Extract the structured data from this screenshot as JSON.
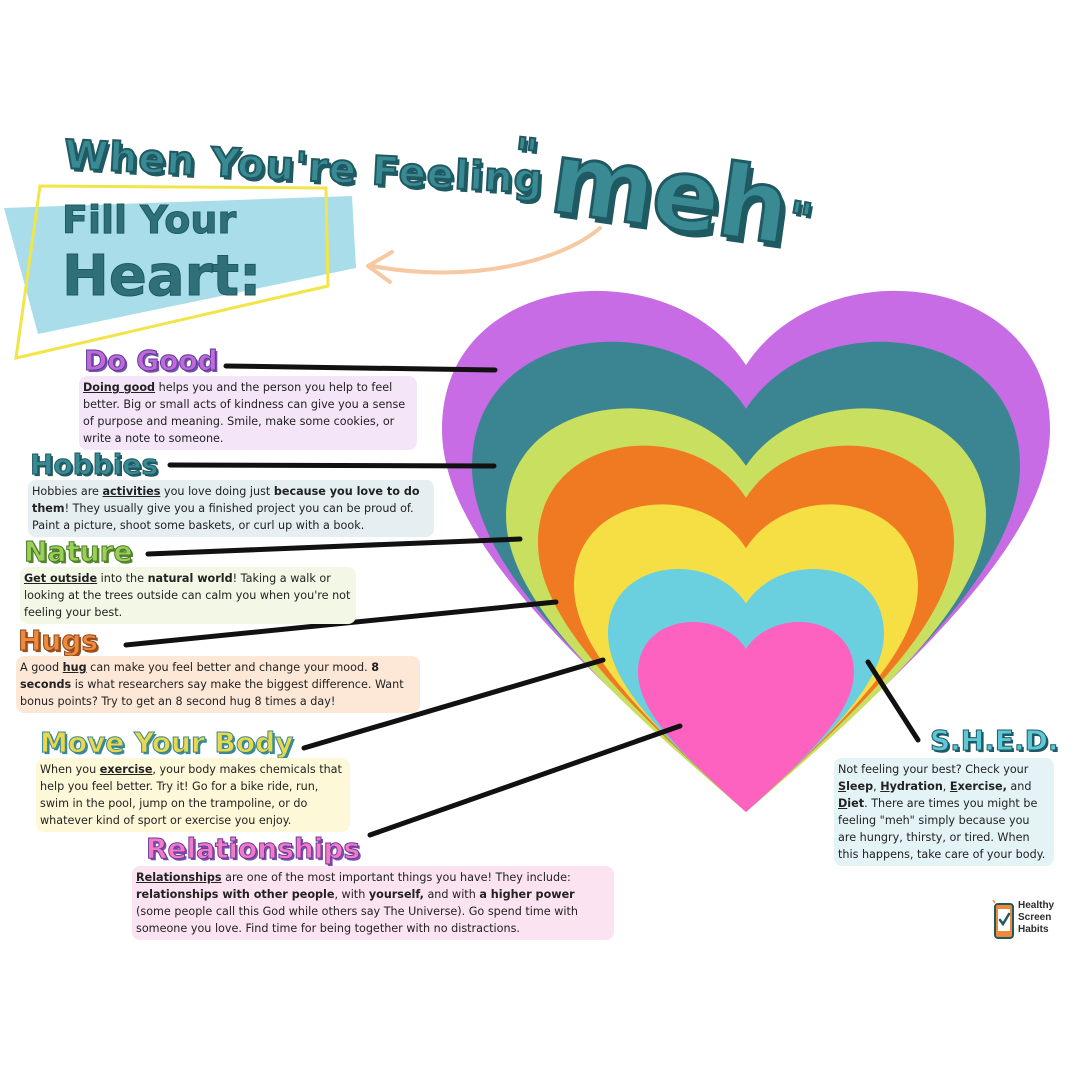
{
  "title": {
    "line": "When You're Feeling",
    "open_quote": "\"",
    "meh": "meh",
    "close_quote": "\""
  },
  "banner": {
    "fill": "Fill Your",
    "heart": "Heart:"
  },
  "heart_layers": [
    {
      "name": "purple",
      "color": "#c76ce4"
    },
    {
      "name": "teal",
      "color": "#3b8593"
    },
    {
      "name": "lime",
      "color": "#c8df60"
    },
    {
      "name": "orange",
      "color": "#ef7a22"
    },
    {
      "name": "yellow",
      "color": "#f5df45"
    },
    {
      "name": "cyan",
      "color": "#6acfde"
    },
    {
      "name": "pink",
      "color": "#fd62c1"
    }
  ],
  "sections": {
    "do_good": {
      "title": "Do Good",
      "link": "Doing good",
      "text": " helps you and the person you help to feel better. Big or small acts of kindness can give you a sense of purpose and meaning. Smile, make some cookies, or write a note to someone."
    },
    "hobbies": {
      "title": "Hobbies",
      "p1": "Hobbies are ",
      "link": "activities",
      "p2": " you love doing just ",
      "bold": "because you love to do them",
      "p3": "! They usually give you a finished project you can be  proud of. Paint a picture, shoot some baskets, or curl up with a book."
    },
    "nature": {
      "title": "Nature",
      "link": "Get outside",
      "p1": " into the ",
      "bold": "natural world",
      "p2": "! Taking a walk or looking at the trees outside can calm you when you're not feeling your best."
    },
    "hugs": {
      "title": "Hugs",
      "p1": "A good ",
      "link": "hug",
      "p2": " can make you feel better and change your mood. ",
      "bold": "8 seconds",
      "p3": " is what researchers say make the biggest difference. Want bonus points? Try to get an 8 second hug 8 times a day!"
    },
    "move": {
      "title": "Move Your Body",
      "p1": "When you ",
      "link": "exercise",
      "p2": ", your body makes chemicals that help you feel better. Try it! Go for a bike ride, run, swim in the pool, jump on the trampoline, or do whatever kind of sport or exercise you enjoy."
    },
    "relationships": {
      "title": "Relationships",
      "link": "Relationships",
      "p1": " are one of the most important things you have! They include: ",
      "b1": "relationships with other people",
      "p2": ", with ",
      "b2": "yourself,",
      "p3": " and with ",
      "b3": "a higher power",
      "p4": " (some people call this God while others say The Universe). Go spend time with someone you love. Find time for being together with no distractions."
    },
    "shed": {
      "title": "S.H.E.D.",
      "p1": "Not feeling your best? Check your ",
      "s": "S",
      "s_rest": "leep",
      "h": "H",
      "h_rest": "ydration",
      "e": "E",
      "e_rest": "xercise,",
      "and": " and ",
      "d": "D",
      "d_rest": "iet",
      "p2": ". There are times you might be feeling \"meh\" simply because you are hungry, thirsty, or tired. When this happens, take care of your body."
    }
  },
  "logo": {
    "line1": "Healthy",
    "line2": "Screen",
    "line3": "Habits",
    "icon": "phone-check-icon"
  }
}
